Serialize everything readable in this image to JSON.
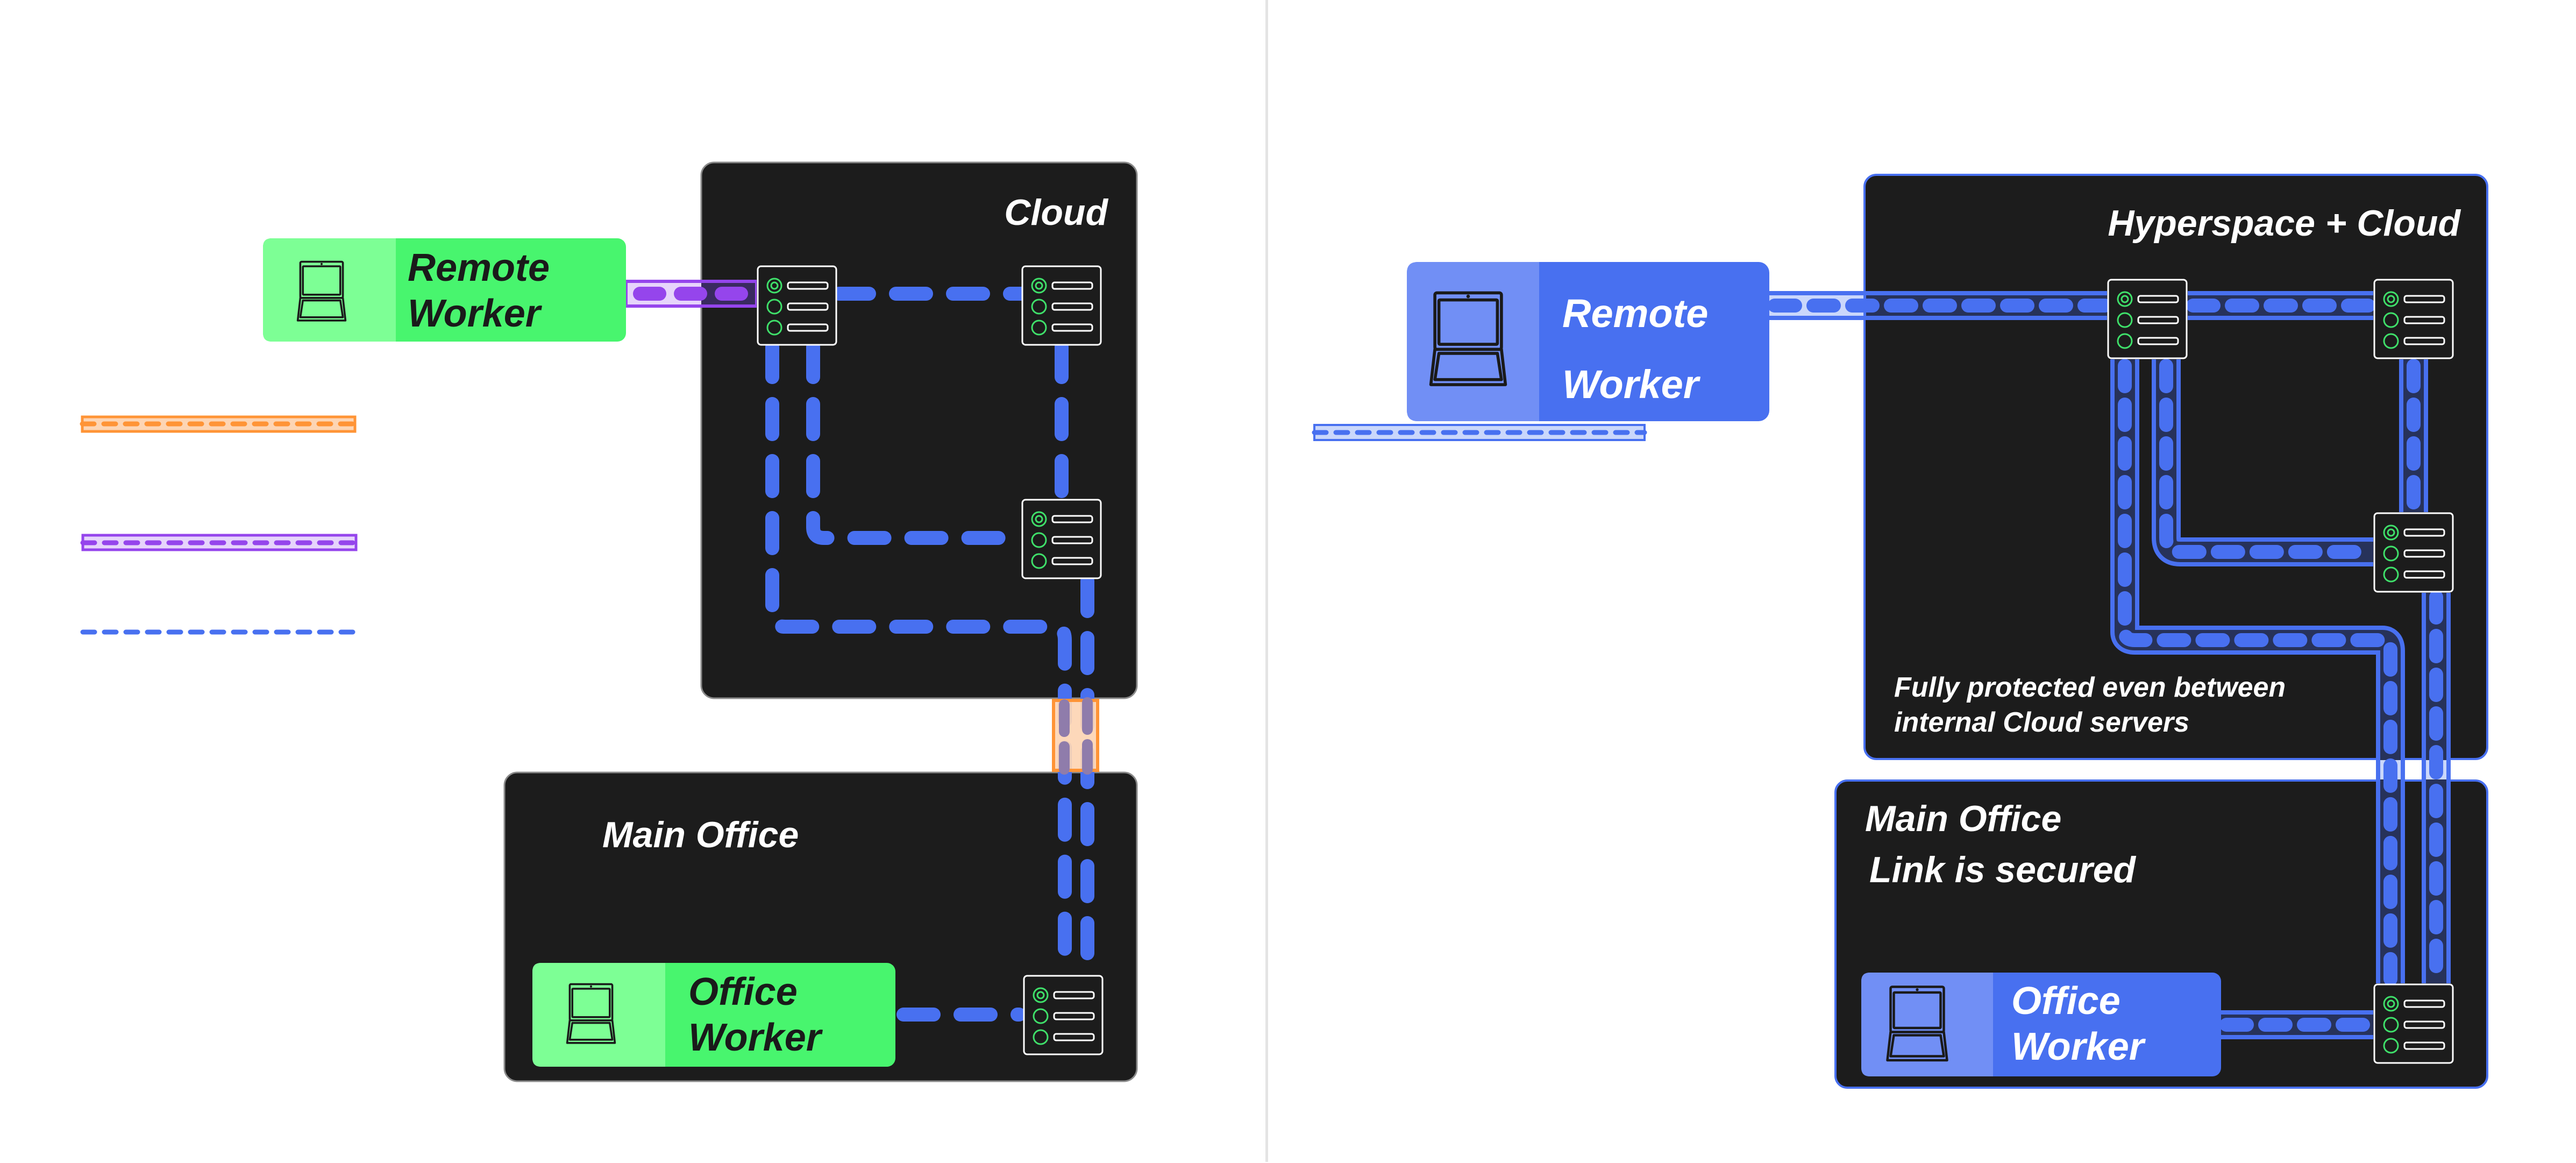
{
  "colors": {
    "panel_bg": "#1c1c1c",
    "panel_border_left": "#8a8a8a",
    "panel_border_right": "#4870f0",
    "green_light": "#7dff95",
    "green": "#48f56e",
    "blue_light": "#718ff5",
    "blue": "#4870f0",
    "link_blue": "#4870f0",
    "tunnel_fill_dark": "#27325a",
    "tunnel_fill_light": "#cad7fb",
    "orange": "#ff9436",
    "orange_fill": "#fdd5b4",
    "purple": "#9545ec",
    "purple_fill": "#e6d4fb",
    "server_led": "#3fe06a",
    "server_outline": "#ffffff",
    "text_dark": "#1a1a1a",
    "text_light": "#ffffff"
  },
  "left_diagram": {
    "cloud": {
      "title": "Cloud"
    },
    "main_office": {
      "title": "Main Office"
    },
    "remote_worker": {
      "line1": "Remote",
      "line2": "Worker"
    },
    "office_worker": {
      "line1": "Office",
      "line2": "Worker"
    },
    "legend": [
      {
        "name": "orange-tunnel",
        "style": "orange dashed line in orange band"
      },
      {
        "name": "purple-tunnel",
        "style": "purple dashed line in purple band"
      },
      {
        "name": "plain-link",
        "style": "blue dashed line"
      }
    ]
  },
  "right_diagram": {
    "cloud": {
      "title": "Hyperspace + Cloud",
      "note_line1": "Fully protected even between",
      "note_line2": "internal Cloud servers"
    },
    "main_office": {
      "title": "Main Office",
      "subtitle": "Link is secured"
    },
    "remote_worker": {
      "line1": "Remote",
      "line2": "Worker"
    },
    "office_worker": {
      "line1": "Office",
      "line2": "Worker"
    },
    "legend": [
      {
        "name": "hyperspace-tunnel",
        "style": "blue dashed line in blue band"
      }
    ]
  }
}
